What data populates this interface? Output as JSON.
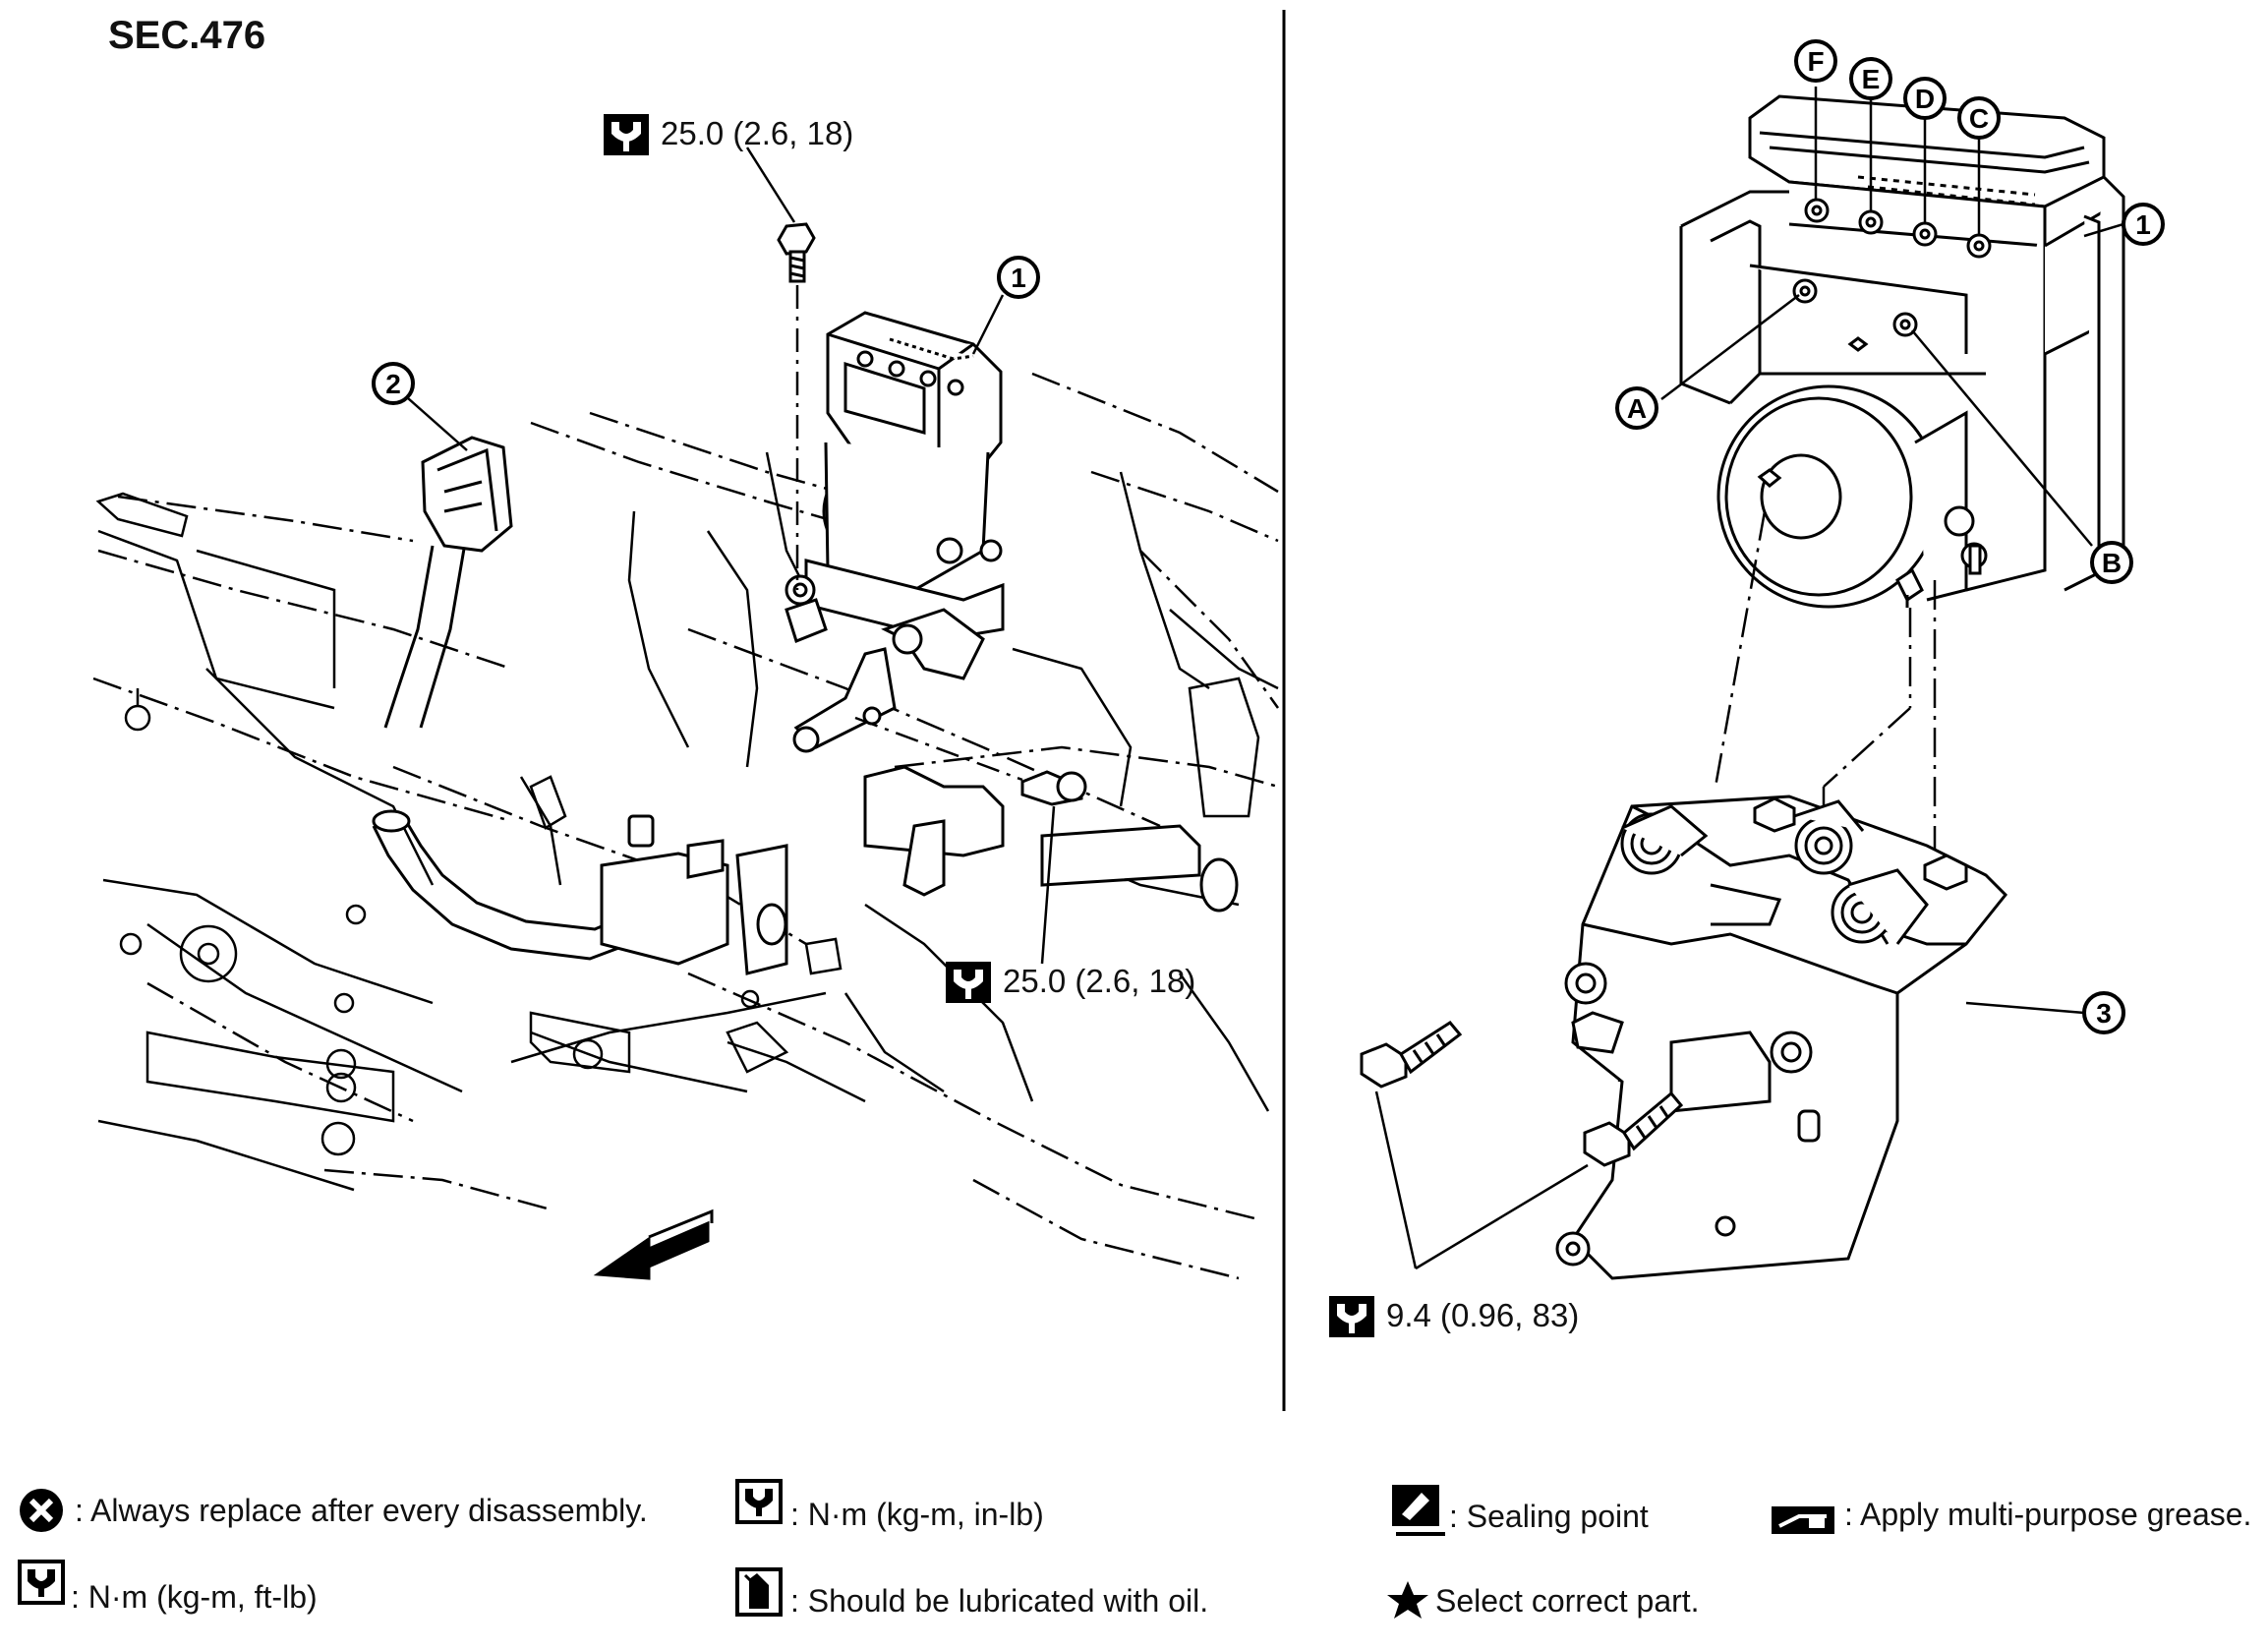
{
  "section": "SEC.476",
  "torque": {
    "top": "25.0 (2.6, 18)",
    "middle": "25.0 (2.6, 18)",
    "bottom_right": "9.4 (0.96, 83)"
  },
  "callouts": {
    "n1": "1",
    "n2": "2",
    "n3": "3",
    "A": "A",
    "B": "B",
    "C": "C",
    "D": "D",
    "E": "E",
    "F": "F"
  },
  "legend": {
    "replace": ": Always replace after every disassembly.",
    "nm_inlb": ": N·m (kg-m, in-lb)",
    "sealing": ": Sealing point",
    "grease": ": Apply multi-purpose grease.",
    "nm_ftlb": ": N·m (kg-m, ft-lb)",
    "oil": ": Should be lubricated with oil.",
    "select": "Select correct part."
  },
  "icons": [
    "torque-wrench-icon",
    "replace-x-icon",
    "sealing-icon",
    "grease-icon",
    "oil-icon",
    "star-icon",
    "front-arrow-icon"
  ]
}
